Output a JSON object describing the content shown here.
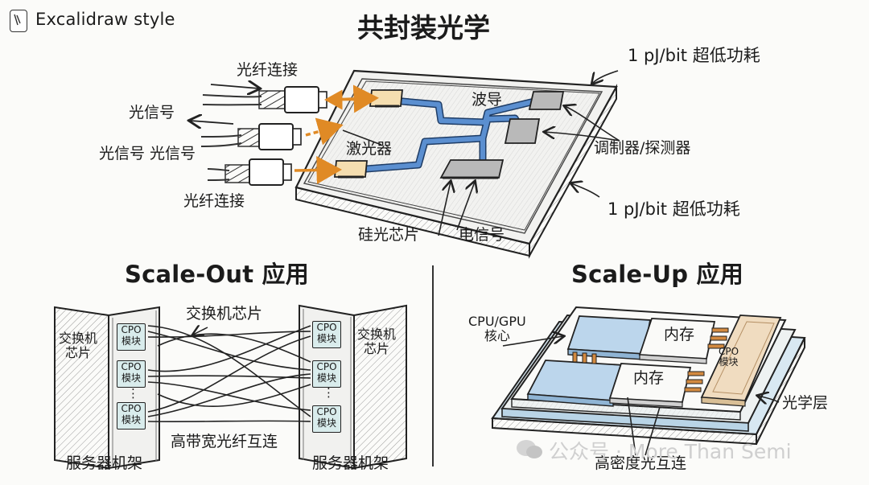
{
  "badge": {
    "text": "Excalidraw style"
  },
  "top": {
    "title": "共封装光学",
    "fiber_top": "光纤连接",
    "signal_1": "光信号",
    "signal_2": "光信号 光信号",
    "fiber_bottom": "光纤连接",
    "laser": "激光器",
    "waveguide": "波导",
    "modulator": "调制器/探测器",
    "power_top": "1 pJ/bit 超低功耗",
    "power_bottom": "1 pJ/bit 超低功耗",
    "silicon": "硅光芯片",
    "electric": "电信号"
  },
  "scale_out": {
    "title": "Scale-Out 应用",
    "switch_chip_top": "交换机芯片",
    "left_switch": "交换机\n芯片",
    "right_switch": "交换机\n芯片",
    "cpo_module": "CPO\n模块",
    "dots": "⋮",
    "interconnect": "高带宽光纤互连",
    "rack_left": "服务器机架",
    "rack_right": "服务器机架"
  },
  "scale_up": {
    "title": "Scale-Up 应用",
    "core": "CPU/GPU\n核心",
    "memory": "内存",
    "cpo_module": "CPO\n模块",
    "optical_layer": "光学层",
    "interconnect": "高密度光互连"
  },
  "watermark": {
    "text": "公众号 · More Than Semi"
  },
  "colors": {
    "waveguide": "#5b8fd0",
    "laser_fill": "#f5deb0",
    "arrow": "#e08a25",
    "chip_gray": "#b9b9b9",
    "core_blue": "#bcd6ec",
    "module_teal": "#d9ecec",
    "cpo_tan": "#f0dcc0"
  }
}
